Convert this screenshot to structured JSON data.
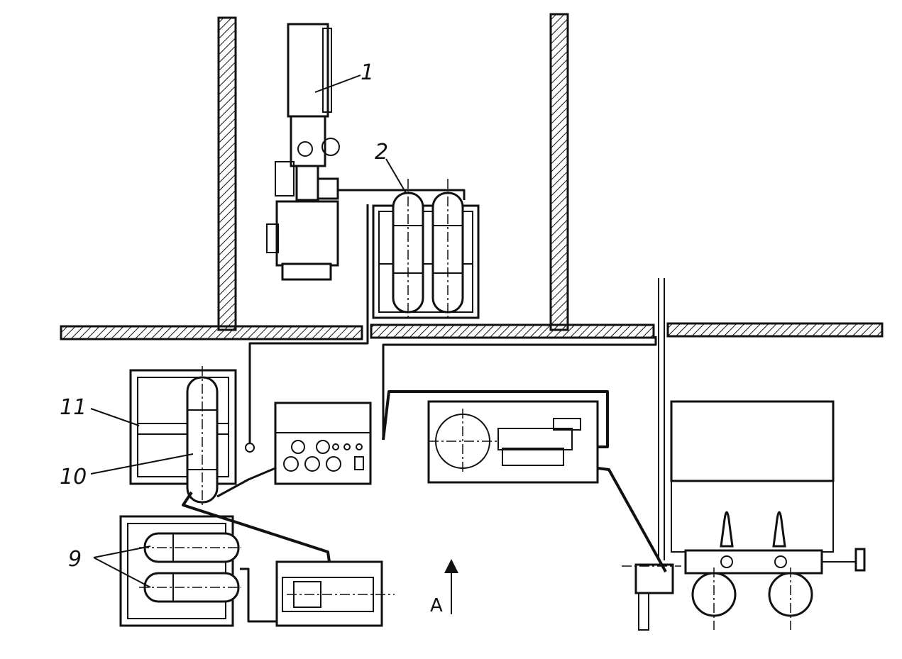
{
  "labels": {
    "item_1": "1",
    "item_2": "2",
    "item_9": "9",
    "item_10": "10",
    "item_11": "11",
    "view_arrow": "A"
  },
  "colors": {
    "line": "#111111",
    "background": "#ffffff"
  }
}
